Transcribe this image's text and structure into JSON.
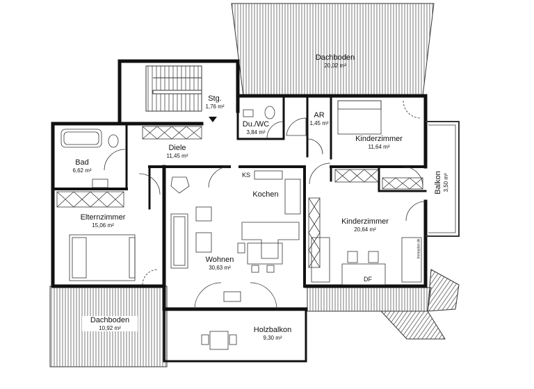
{
  "rooms": {
    "dachboden_top": {
      "name": "Dachboden",
      "area": "20,02 m²"
    },
    "stg": {
      "name": "Stg.",
      "area": "1,76 m²"
    },
    "duwc": {
      "name": "Du./WC",
      "area": "3,84 m²"
    },
    "ar": {
      "name": "AR",
      "area": "1,45 m²"
    },
    "kinder1": {
      "name": "Kinderzimmer",
      "area": "11,64 m²"
    },
    "diele": {
      "name": "Diele",
      "area": "11,45 m²"
    },
    "bad": {
      "name": "Bad",
      "area": "6,62 m²"
    },
    "balkon": {
      "name": "Balkon",
      "area": "3,50 m²"
    },
    "kochen": {
      "name": "Kochen"
    },
    "eltern": {
      "name": "Elternzimmer",
      "area": "15,06 m²"
    },
    "kinder2": {
      "name": "Kinderzimmer",
      "area": "20,64 m²"
    },
    "wohnen": {
      "name": "Wohnen",
      "area": "30,63 m²"
    },
    "dachboden_bottom": {
      "name": "Dachboden",
      "area": "10,92 m²"
    },
    "holzbalkon": {
      "name": "Holzbalkon",
      "area": "9,30 m²"
    }
  },
  "tags": {
    "ks": "KS",
    "df": "DF",
    "imprint": "Immoplan.de"
  }
}
